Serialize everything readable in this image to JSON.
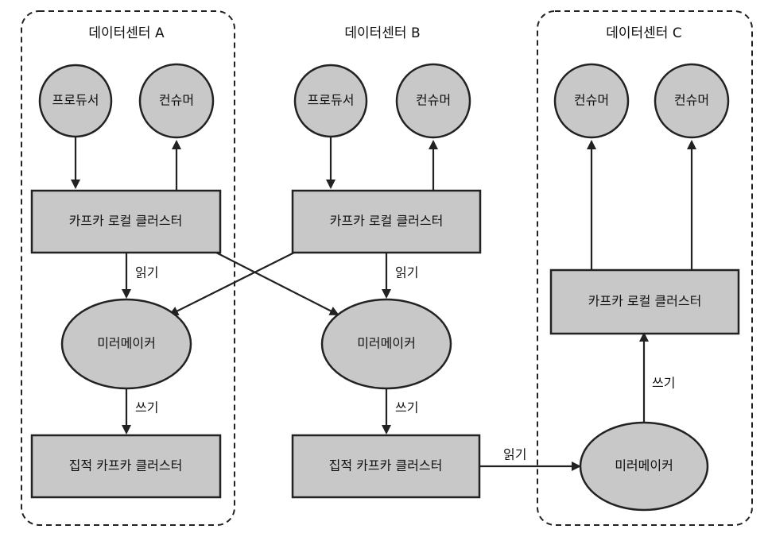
{
  "colors": {
    "node_fill": "#c8c8c8",
    "stroke": "#222222",
    "background": "#ffffff"
  },
  "datacenters": {
    "a": {
      "title": "데이터센터 A"
    },
    "b": {
      "title": "데이터센터 B"
    },
    "c": {
      "title": "데이터센터 C"
    }
  },
  "nodes": {
    "producer_a": "프로듀서",
    "consumer_a": "컨슈머",
    "producer_b": "프로듀서",
    "consumer_b": "컨슈머",
    "consumer_c1": "컨슈머",
    "consumer_c2": "컨슈머",
    "local_cluster_a": "카프카 로컬 클러스터",
    "local_cluster_b": "카프카 로컬 클러스터",
    "local_cluster_c": "카프카 로컬 클러스터",
    "mirrormaker_a": "미러메이커",
    "mirrormaker_b": "미러메이커",
    "mirrormaker_c": "미러메이커",
    "aggregate_cluster_a": "집적 카프카 클러스터",
    "aggregate_cluster_b": "집적 카프카 클러스터"
  },
  "edge_labels": {
    "read_a": "읽기",
    "read_b": "읽기",
    "read_c": "읽기",
    "write_a": "쓰기",
    "write_b": "쓰기",
    "write_c": "쓰기"
  }
}
